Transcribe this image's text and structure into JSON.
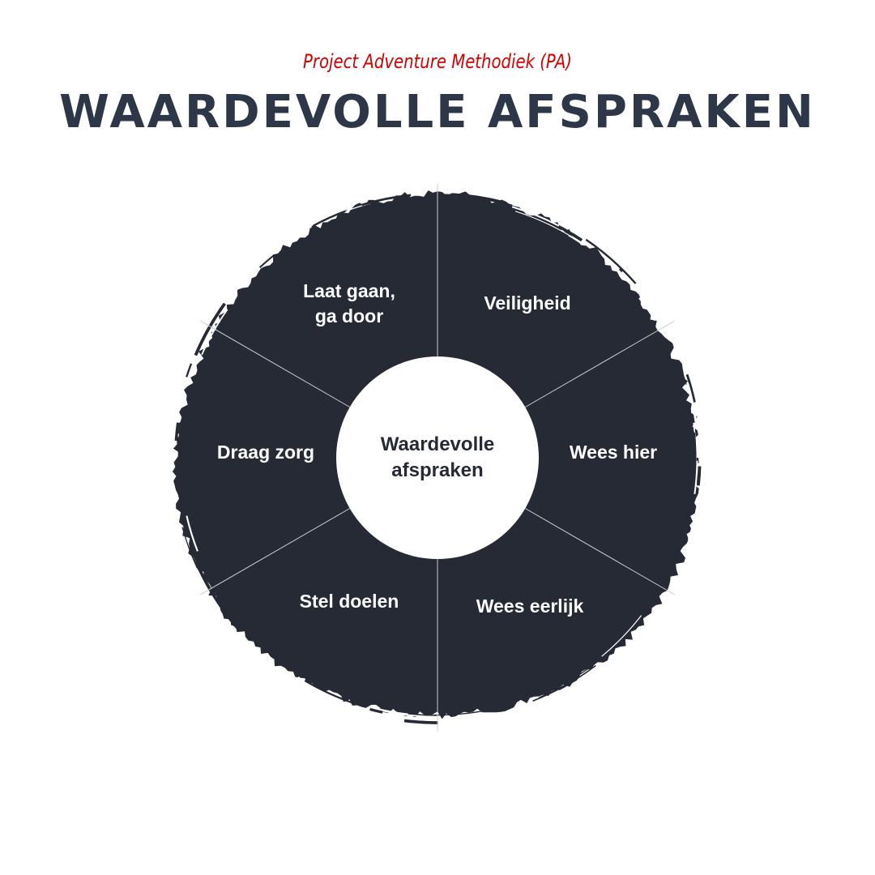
{
  "header": {
    "subtitle": "Project Adventure Methodiek (PA)",
    "title": "WAARDEVOLLE AFSPRAKEN"
  },
  "diagram": {
    "center": [
      "Waardevolle",
      "afspraken"
    ],
    "segments": [
      {
        "lines": [
          "Veiligheid"
        ]
      },
      {
        "lines": [
          "Wees hier"
        ]
      },
      {
        "lines": [
          "Wees eerlijk"
        ]
      },
      {
        "lines": [
          "Stel doelen"
        ]
      },
      {
        "lines": [
          "Draag zorg"
        ]
      },
      {
        "lines": [
          "Laat gaan,",
          "ga door"
        ]
      }
    ],
    "colors": {
      "circle": "#252a35",
      "title": "#2e3748",
      "subtitle": "#d40000",
      "divider": "#c8ccd4"
    }
  }
}
